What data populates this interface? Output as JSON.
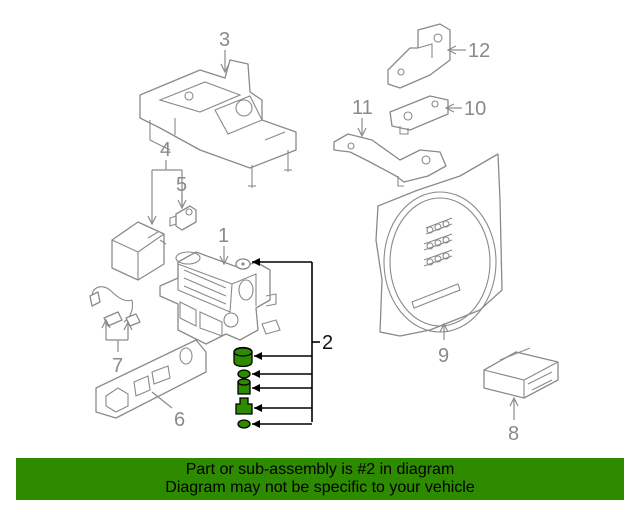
{
  "callouts": [
    {
      "id": "1",
      "label": "1"
    },
    {
      "id": "2",
      "label": "2"
    },
    {
      "id": "3",
      "label": "3"
    },
    {
      "id": "4",
      "label": "4"
    },
    {
      "id": "5",
      "label": "5"
    },
    {
      "id": "6",
      "label": "6"
    },
    {
      "id": "7",
      "label": "7"
    },
    {
      "id": "8",
      "label": "8"
    },
    {
      "id": "9",
      "label": "9"
    },
    {
      "id": "10",
      "label": "10"
    },
    {
      "id": "11",
      "label": "11"
    },
    {
      "id": "12",
      "label": "12"
    }
  ],
  "highlighted_callout": "2",
  "colors": {
    "highlight_green": "#2e8b00",
    "line_gray": "#8a8a8a",
    "leader_black": "#000000"
  },
  "banner": {
    "line1": "Part or sub-assembly is #2 in diagram",
    "line2": "Diagram may not be specific to your vehicle"
  }
}
